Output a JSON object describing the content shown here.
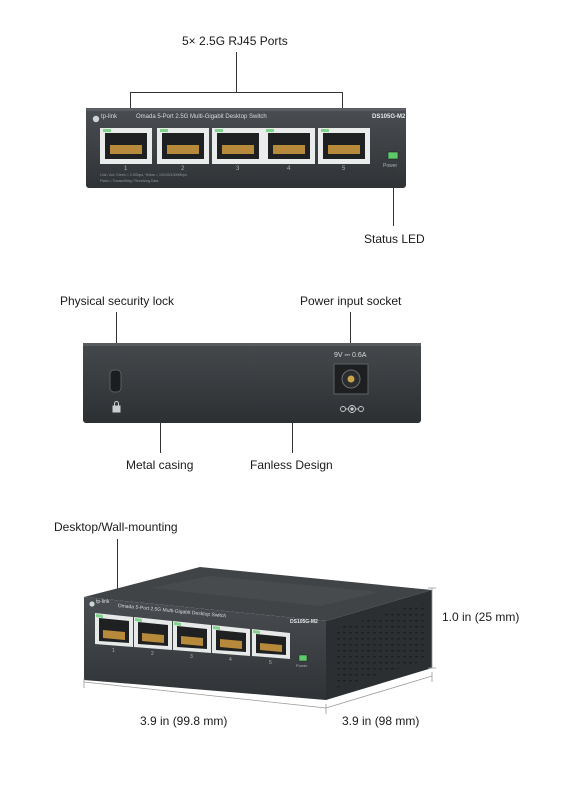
{
  "front": {
    "callout_ports": "5× 2.5G RJ45 Ports",
    "callout_led": "Status LED",
    "brand": "tp-link",
    "product_title": "Omada 5-Port 2.5G Multi-Gigabit Desktop Switch",
    "model": "DS105G-M2",
    "port_numbers": [
      "1",
      "2",
      "3",
      "4",
      "5"
    ],
    "power_label": "Power",
    "footnote_line1": "Link / Act: Green = 2.5Gbps, Yellow = 10/100/1000Mbps",
    "footnote_line2": "Flash = Transmitting / Receiving Data"
  },
  "rear": {
    "callout_lock": "Physical security lock",
    "callout_socket": "Power input socket",
    "callout_casing": "Metal casing",
    "callout_fanless": "Fanless Design",
    "power_rating": "9V ⎓ 0.6A"
  },
  "angled": {
    "callout_mount": "Desktop/Wall-mounting",
    "dim_height": "1.0 in (25 mm)",
    "dim_width": "3.9 in (99.8 mm)",
    "dim_depth": "3.9 in (98 mm)",
    "brand": "tp-link",
    "product_title": "Omada 5-Port 2.5G Multi-Gigabit Desktop Switch",
    "model": "DS105G-M2",
    "port_numbers": [
      "1",
      "2",
      "3",
      "4",
      "5"
    ],
    "power_label": "Power"
  },
  "colors": {
    "body": "#3b3f42",
    "port_green": "#7fd48a",
    "led": "#5ecb6b"
  }
}
